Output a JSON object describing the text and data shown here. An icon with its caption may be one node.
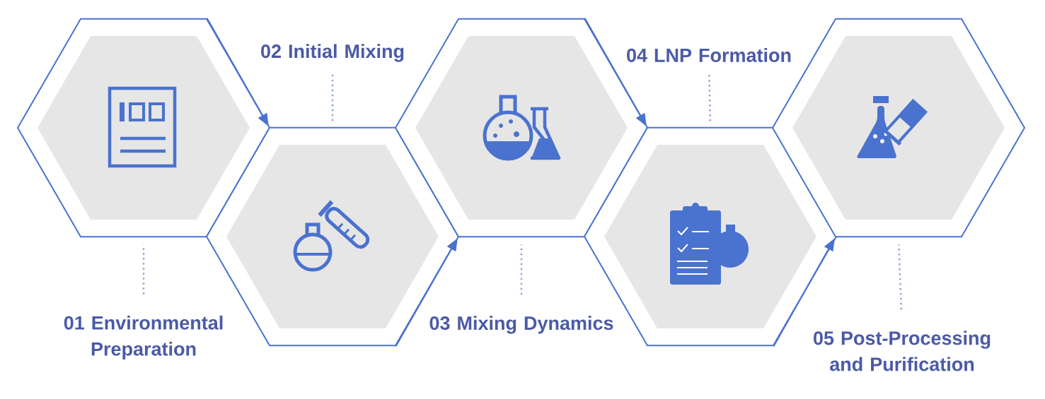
{
  "diagram": {
    "nodes": [
      {
        "text": [],
        "shape": "hexagon"
      },
      {
        "text": [],
        "shape": "hexagon"
      },
      {
        "text": [],
        "shape": "hexagon"
      },
      {
        "text": [],
        "shape": "hexagon"
      },
      {
        "text": [],
        "shape": "hexagon"
      },
      {
        "text": [
          "01 Environmental Preparation"
        ]
      },
      {
        "text": [
          "02 Initial Mixing"
        ]
      },
      {
        "text": [
          "03 Mixing Dynamics"
        ]
      },
      {
        "text": [
          "04 LNP Formation"
        ]
      },
      {
        "text": [
          "05 Post-Processing and Purification"
        ]
      }
    ],
    "edges": [
      {
        "from": 0,
        "to": 1,
        "arrow": "to"
      },
      {
        "from": 1,
        "to": 2,
        "arrow": "to"
      },
      {
        "from": 2,
        "to": 3,
        "arrow": "to"
      },
      {
        "from": 3,
        "to": 4,
        "arrow": "to"
      },
      {
        "from": 5,
        "to": 0,
        "arrow": "none",
        "style": "dashed",
        "color": "#8fa3d8"
      },
      {
        "from": 6,
        "to": 1,
        "arrow": "none",
        "style": "dashed",
        "color": "#8fa3d8"
      },
      {
        "from": 7,
        "to": 2,
        "arrow": "none",
        "style": "dashed",
        "color": "#8fa3d8"
      },
      {
        "from": 8,
        "to": 3,
        "arrow": "none",
        "style": "dashed",
        "color": "#8fa3d8"
      },
      {
        "from": 9,
        "to": 4,
        "arrow": "none",
        "style": "dashed",
        "color": "#8fa3d8"
      }
    ]
  }
}
